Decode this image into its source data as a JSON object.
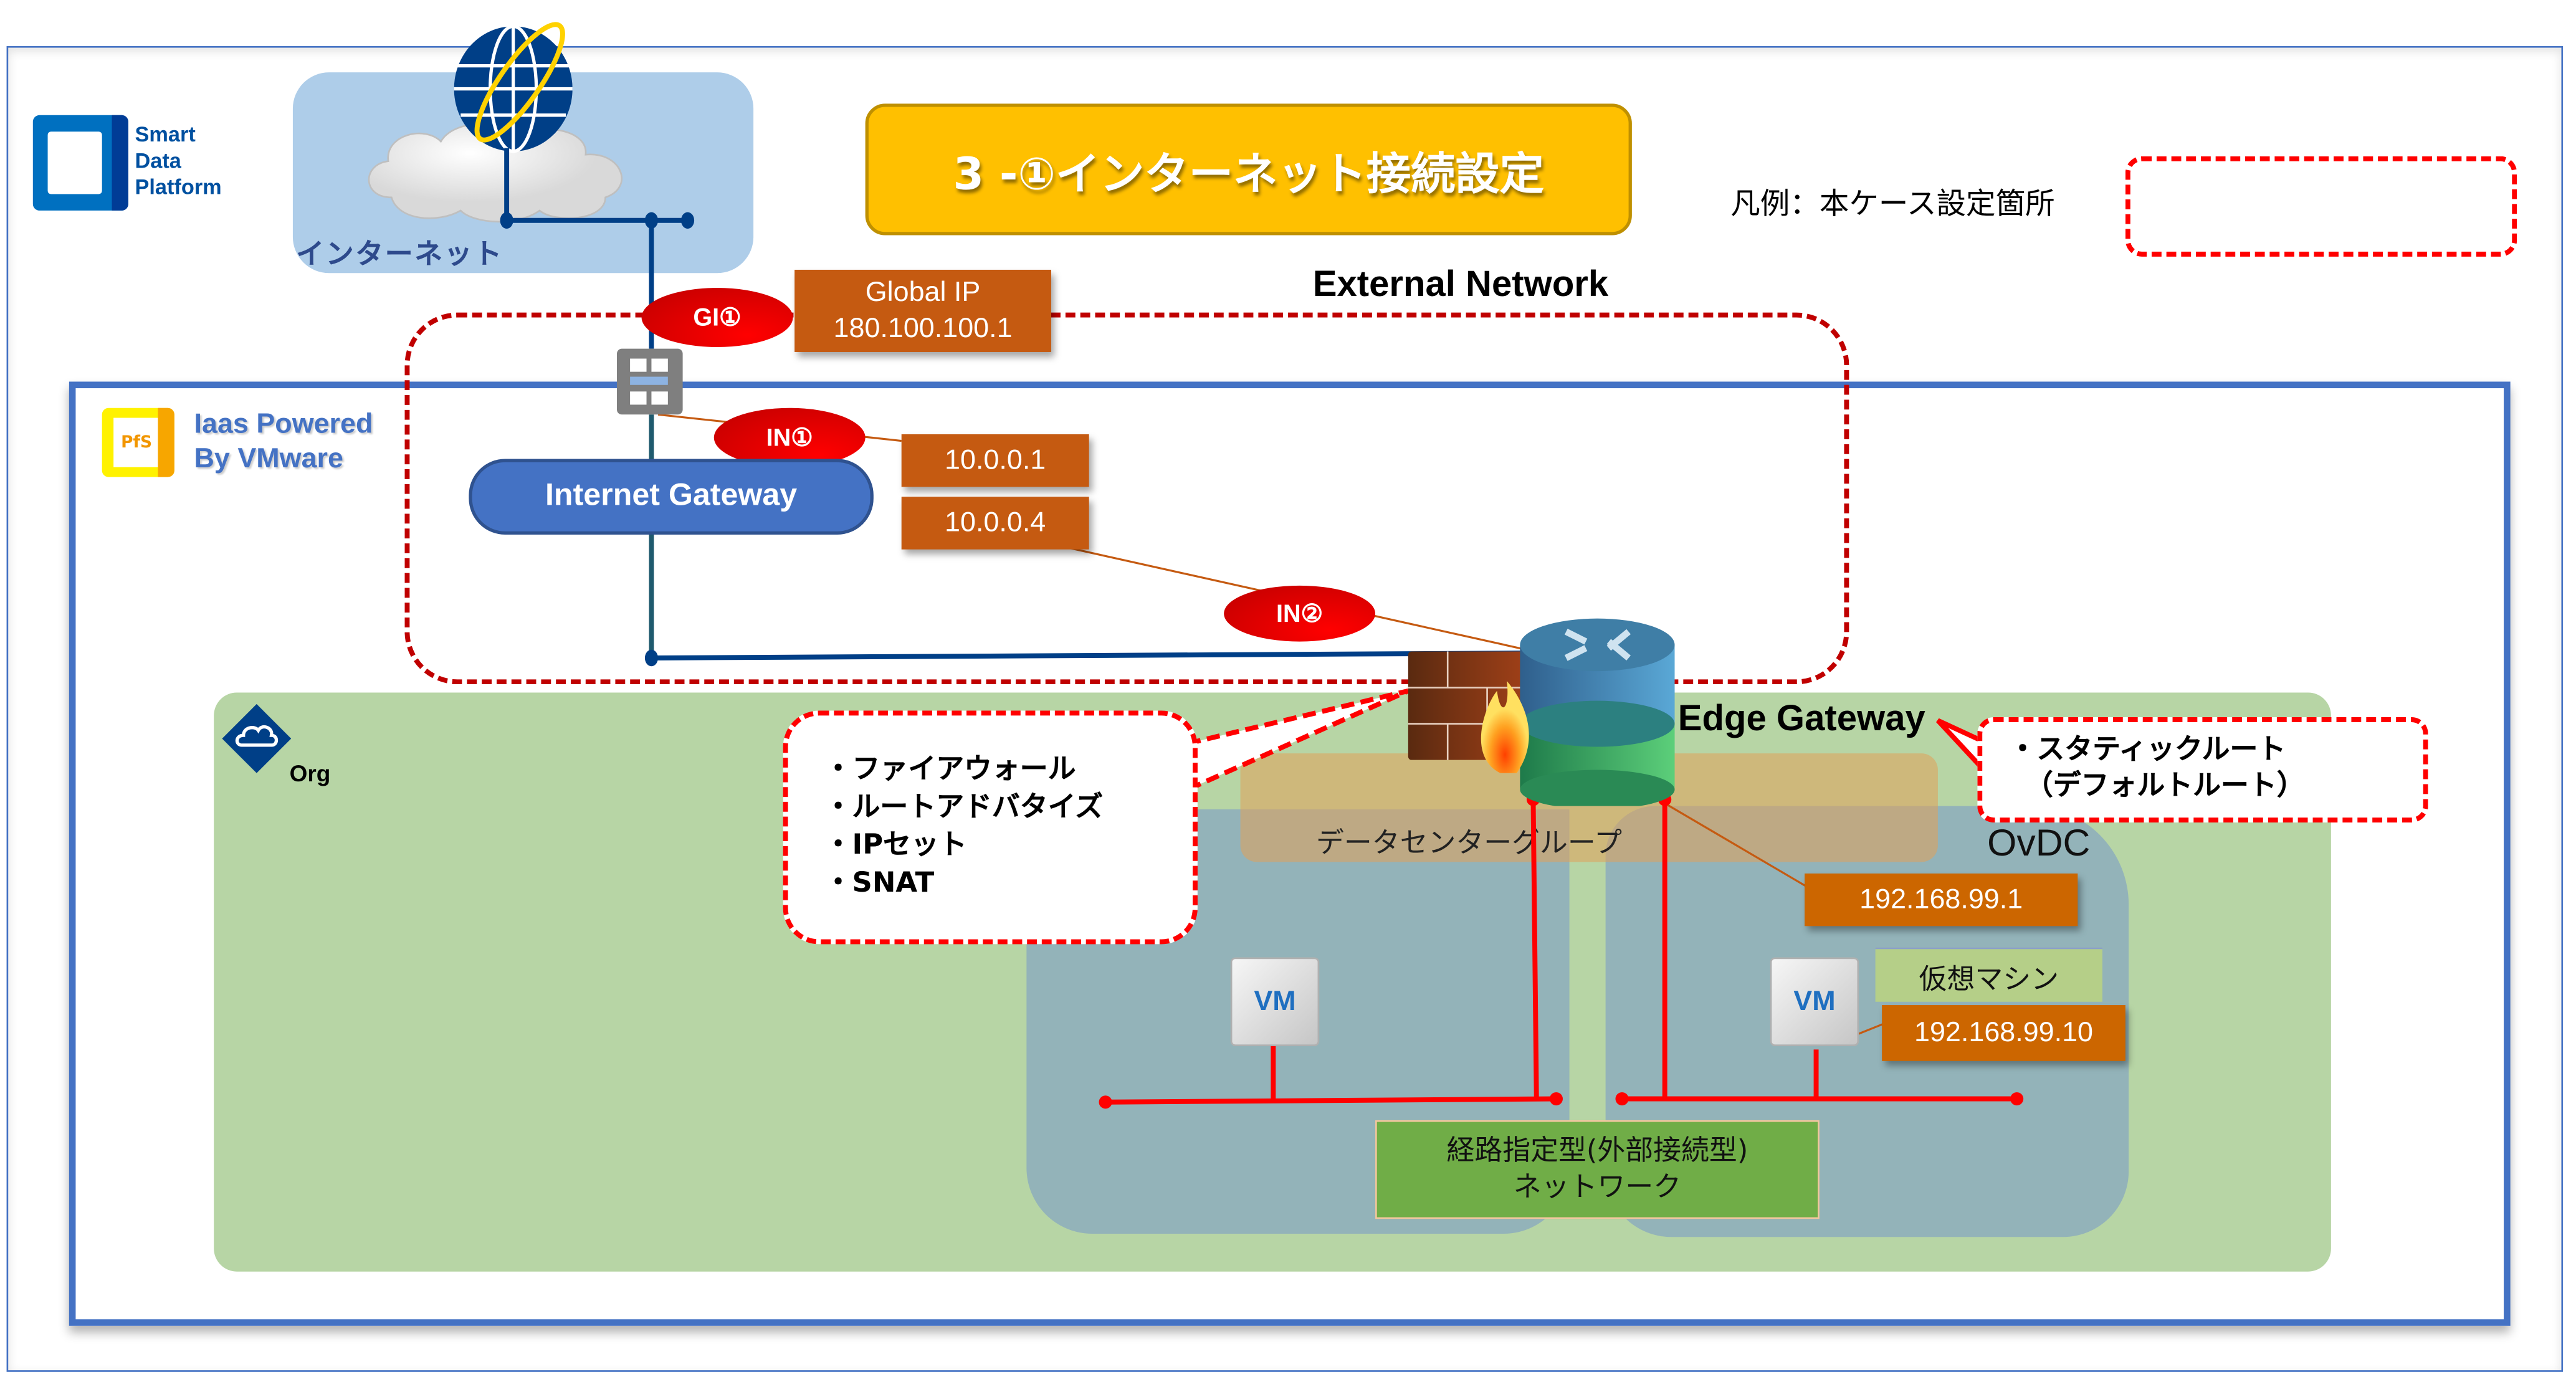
{
  "header": {
    "logo_text": [
      "Smart",
      "Data",
      "Platform"
    ],
    "title": "3 -①インターネット接続設定",
    "legend_label": "凡例：本ケース設定箇所"
  },
  "internet": {
    "label": "インターネット"
  },
  "external_network": {
    "label": "External Network",
    "gi_badge": "GI①",
    "global_ip": {
      "label": "Global IP",
      "value": "180.100.100.1"
    }
  },
  "iaas": {
    "logo_text": "PfS",
    "label_lines": [
      "Iaas Powered",
      "By VMware"
    ],
    "internet_gateway": "Internet Gateway",
    "in1_badge": "IN①",
    "in2_badge": "IN②",
    "ip_in1_a": "10.0.0.1",
    "ip_in1_b": "10.0.0.4"
  },
  "org": {
    "label": "Org",
    "edge_gateway": "Edge Gateway",
    "datacenter_group": "データセンターグループ",
    "ovdc": "OvDC",
    "edge_ip": "192.168.99.1",
    "firewall_callout": [
      "・ファイアウォール",
      "・ルートアドバタイズ",
      "・IPセット",
      "・SNAT"
    ],
    "static_route_callout": [
      "・スタティックルート",
      "（デフォルトルート）"
    ],
    "vm_left": "VM",
    "vm_right": "VM",
    "vm_label": "仮想マシン",
    "vm_ip": "192.168.99.10",
    "routed_network": [
      "経路指定型(外部接続型)",
      "ネットワーク"
    ]
  },
  "colors": {
    "title_bg": "#ffc000",
    "dashed_highlight": "#ff0000",
    "ip_box": "#c55a11",
    "iaas_frame": "#4472c4",
    "org_bg": "#b7d5a5",
    "ovdc_bg": "#93b3b9",
    "network_line": "#ff0000"
  }
}
